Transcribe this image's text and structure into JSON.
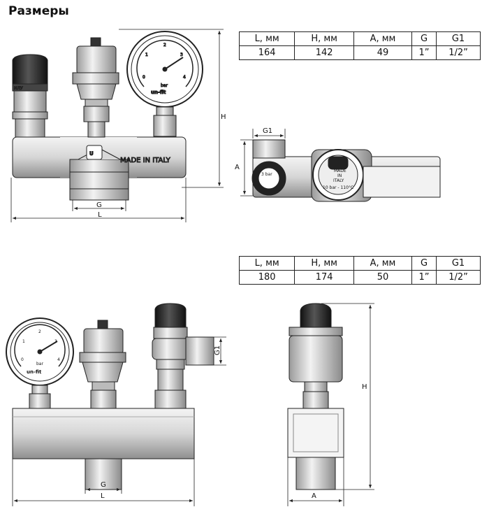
{
  "page": {
    "title": "Размеры"
  },
  "table1": {
    "headers": [
      "L, мм",
      "H, мм",
      "A, мм",
      "G",
      "G1"
    ],
    "values": [
      "164",
      "142",
      "49",
      "1”",
      "1/2”"
    ]
  },
  "table2": {
    "headers": [
      "L, мм",
      "H, мм",
      "A, мм",
      "G",
      "G1"
    ],
    "values": [
      "180",
      "174",
      "50",
      "1”",
      "1/2”"
    ]
  },
  "labels": {
    "dim_h": "H",
    "dim_l": "L",
    "dim_g": "G",
    "dim_a": "A",
    "dim_g1": "G1",
    "made_in_italy": "MADE IN ITALY",
    "made_in_italy_badge": [
      "MADE",
      "IN",
      "ITALY"
    ],
    "gauge_unit": "bar",
    "gauge_brand": "un-fit",
    "gauge_ticks": [
      "0",
      "1",
      "2",
      "3",
      "4"
    ],
    "valve_3bar": "3 bar",
    "valve_rating": "10 bar - 110°C",
    "valve_mark": "ИЛУ"
  },
  "colors": {
    "line": "#222222",
    "body_light": "#e6e6e6",
    "body_dark": "#9a9a9a",
    "cap": "#1e1e1e"
  }
}
